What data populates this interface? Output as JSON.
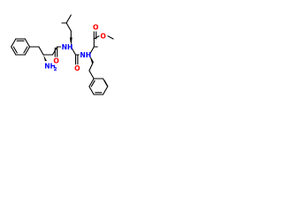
{
  "molecule": {
    "atom_labels": {
      "amine": "NH",
      "amine_h": "2",
      "amide_1": "NH",
      "amide_2": "NH",
      "carbonyl_o_1": "O",
      "carbonyl_o_2": "O",
      "ester_o": "O",
      "ester_o_single": "O"
    },
    "colors": {
      "bond": "#000000",
      "nitrogen": "#0000ff",
      "oxygen": "#ff0000"
    }
  }
}
